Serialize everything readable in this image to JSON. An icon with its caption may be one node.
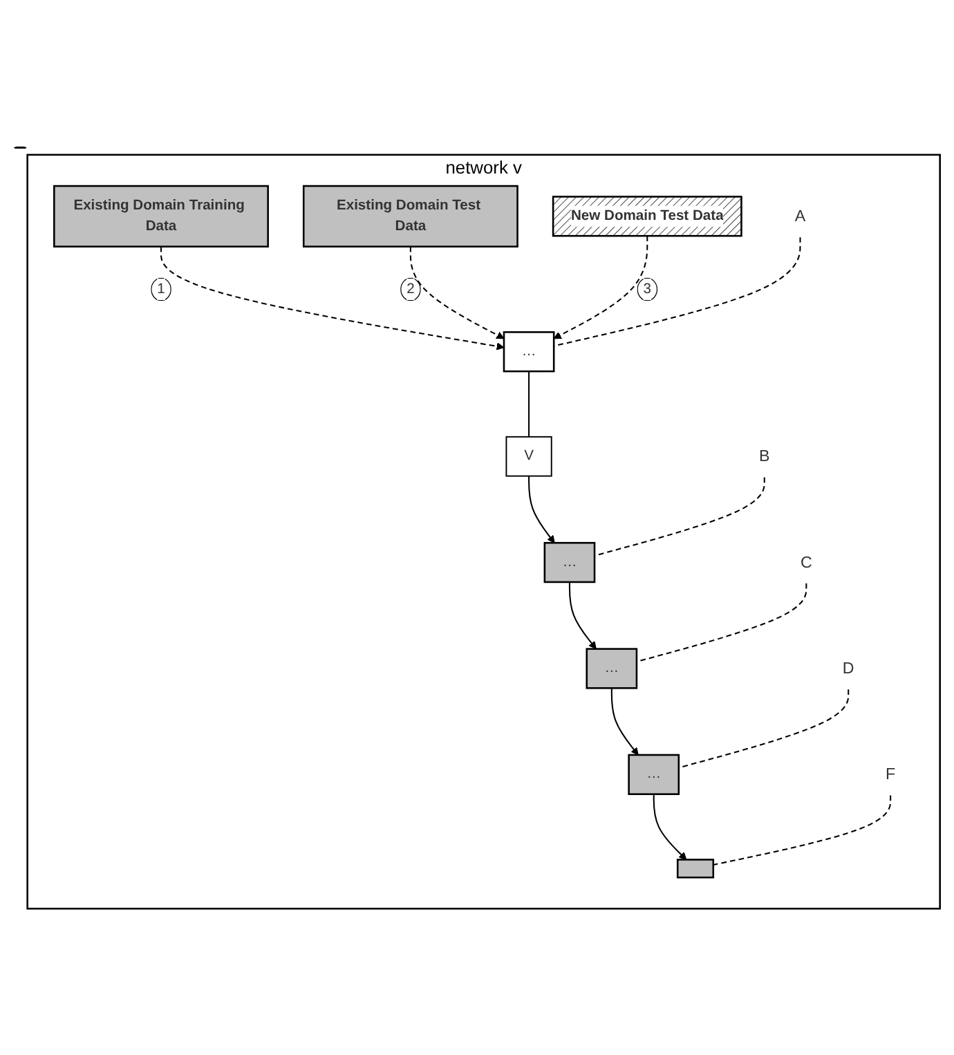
{
  "diagram": {
    "nodes": [
      {
        "text": [
          "network v"
        ]
      },
      {
        "text": [
          "Existing Domain Training Data"
        ],
        "in": 0
      },
      {
        "text": [
          "Existing Domain Test Data"
        ],
        "in": 0
      },
      {
        "text": [
          "New Domain Test Data"
        ],
        "in": 0
      },
      {
        "text": [
          "…"
        ],
        "in": 0
      },
      {
        "text": [
          "V"
        ],
        "in": 0
      },
      {
        "text": [
          "…"
        ],
        "in": 0
      },
      {
        "text": [
          "…"
        ],
        "in": 0
      },
      {
        "text": [
          "…"
        ],
        "in": 0
      },
      {
        "text": [],
        "shape": "box",
        "in": 0
      },
      {
        "text": [
          "A"
        ],
        "in": 0
      },
      {
        "text": [
          "B"
        ],
        "in": 0
      },
      {
        "text": [
          "C"
        ],
        "in": 0
      },
      {
        "text": [
          "D"
        ],
        "in": 0
      },
      {
        "text": [
          "F"
        ],
        "in": 0
      }
    ],
    "edges": [
      {
        "from": 1,
        "to": 4,
        "arrow": "to",
        "label": "1",
        "style": "dashed"
      },
      {
        "from": 2,
        "to": 4,
        "arrow": "to",
        "label": "2",
        "style": "dashed"
      },
      {
        "from": 3,
        "to": 4,
        "arrow": "to",
        "label": "3",
        "style": "dashed"
      },
      {
        "from": 4,
        "to": 5,
        "arrow": "none"
      },
      {
        "from": 5,
        "to": 6,
        "arrow": "to"
      },
      {
        "from": 6,
        "to": 7,
        "arrow": "to"
      },
      {
        "from": 7,
        "to": 8,
        "arrow": "to"
      },
      {
        "from": 8,
        "to": 9,
        "arrow": "to"
      },
      {
        "from": 10,
        "to": 4,
        "arrow": "none",
        "style": "dashed"
      },
      {
        "from": 11,
        "to": 6,
        "arrow": "none",
        "style": "dashed"
      },
      {
        "from": 12,
        "to": 7,
        "arrow": "none",
        "style": "dashed"
      },
      {
        "from": 13,
        "to": 8,
        "arrow": "none",
        "style": "dashed"
      },
      {
        "from": 14,
        "to": 9,
        "arrow": "none",
        "style": "dashed"
      }
    ]
  }
}
